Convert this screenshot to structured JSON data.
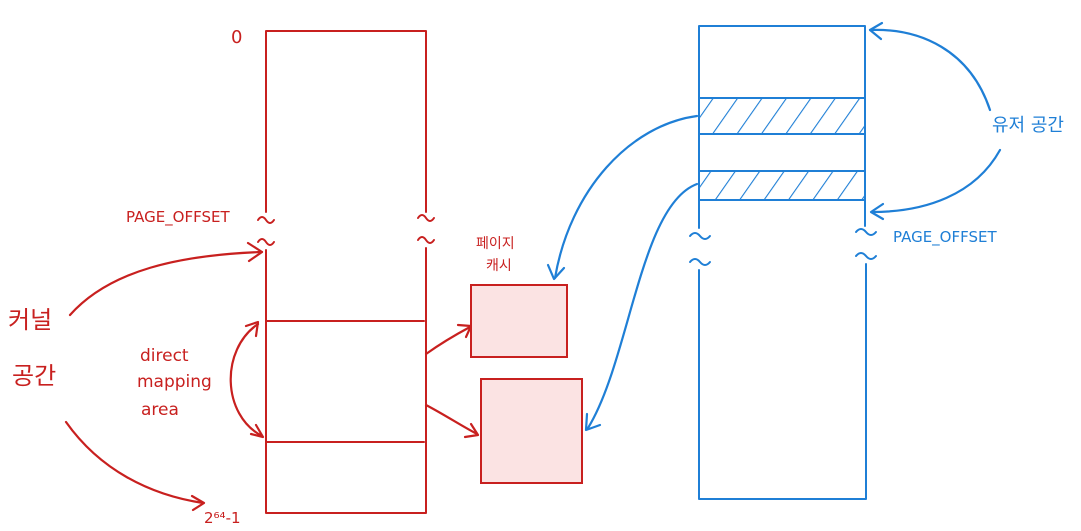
{
  "colors": {
    "kernel": "#c8201f",
    "user": "#1f7fd6",
    "page_cache_fill": "#fbe3e3",
    "background": "#ffffff"
  },
  "kernel_space": {
    "address_top": "0",
    "page_offset_label": "PAGE_OFFSET",
    "address_bottom": "2⁶⁴-1",
    "side_label_line1": "커널",
    "side_label_line2": "공간",
    "direct_mapping_line1": "direct",
    "direct_mapping_line2": "mapping",
    "direct_mapping_line3": "area"
  },
  "page_cache": {
    "label_line1": "페이지",
    "label_line2": "캐시"
  },
  "user_space": {
    "label": "유저 공간",
    "page_offset_label": "PAGE_OFFSET"
  }
}
